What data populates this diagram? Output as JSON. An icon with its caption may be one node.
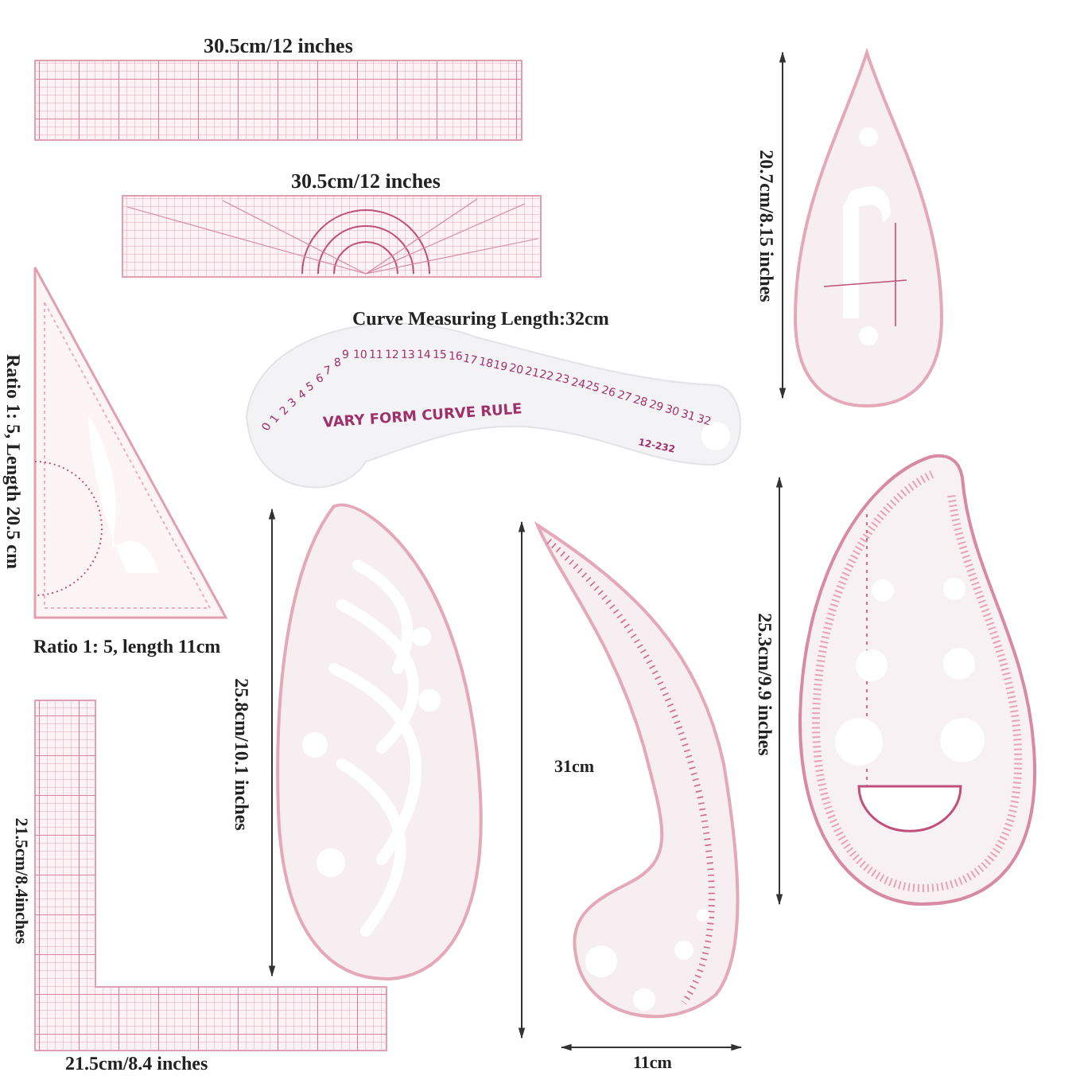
{
  "diagram": {
    "labels": [
      "30.5cm/12 inches",
      "20.7cm/8.15 inches",
      "30.5cm/12 inches",
      "Curve Measuring Length:32cm",
      "Ratio 1: 5, Length 20.5 cm",
      "0",
      "1",
      "2",
      "3",
      "4",
      "5",
      "6",
      "7",
      "8",
      "9",
      "10",
      "11",
      "12",
      "13",
      "14",
      "15",
      "16",
      "17",
      "18",
      "19",
      "20",
      "21",
      "22",
      "23",
      "24",
      "25",
      "26",
      "27",
      "28",
      "29",
      "30",
      "31",
      "32",
      "VARY FORM CURVE RULE",
      "12-232",
      "25.3cm/9.9 inches",
      "Ratio 1: 5, length 11cm",
      "25.8cm/10.1 inches",
      "31cm",
      "21.5cm/8.4inches",
      "21.5cm/8.4 inches",
      "11cm"
    ]
  }
}
